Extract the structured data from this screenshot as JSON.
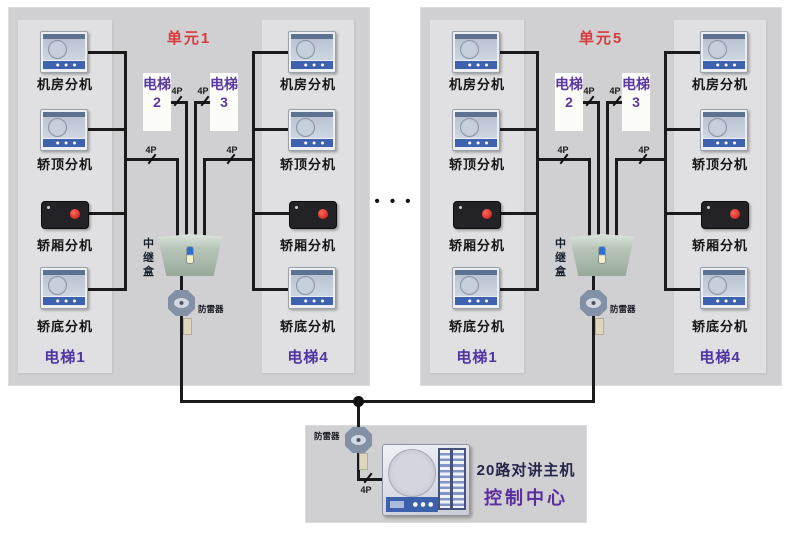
{
  "ellipsis": "• • •",
  "units": [
    {
      "title": "单元1",
      "device_labels": [
        "机房分机",
        "轿顶分机",
        "轿厢分机",
        "轿底分机"
      ],
      "left_elevator": "电梯1",
      "right_elevator": "电梯4",
      "shaft2": "电梯2",
      "shaft3": "电梯3",
      "relay_label": "中继盒",
      "arrester_label": "防雷器",
      "cable_tag": "4P"
    },
    {
      "title": "单元5",
      "device_labels": [
        "机房分机",
        "轿顶分机",
        "轿厢分机",
        "轿底分机"
      ],
      "left_elevator": "电梯1",
      "right_elevator": "电梯4",
      "shaft2": "电梯2",
      "shaft3": "电梯3",
      "relay_label": "中继盒",
      "arrester_label": "防雷器",
      "cable_tag": "4P"
    }
  ],
  "control_center": {
    "arrester_label": "防雷器",
    "cable_tag": "4P",
    "title": "20路对讲主机",
    "subtitle": "控制中心"
  },
  "colors": {
    "unit_title": "#d63c3c",
    "elevator_label": "#4f35a0",
    "wire": "#1a1a1a",
    "panel_bg": "#d0d0d2",
    "column_bg": "#e0e0e2",
    "main_title": "#23254a",
    "control_center_title": "#5c2da0"
  }
}
